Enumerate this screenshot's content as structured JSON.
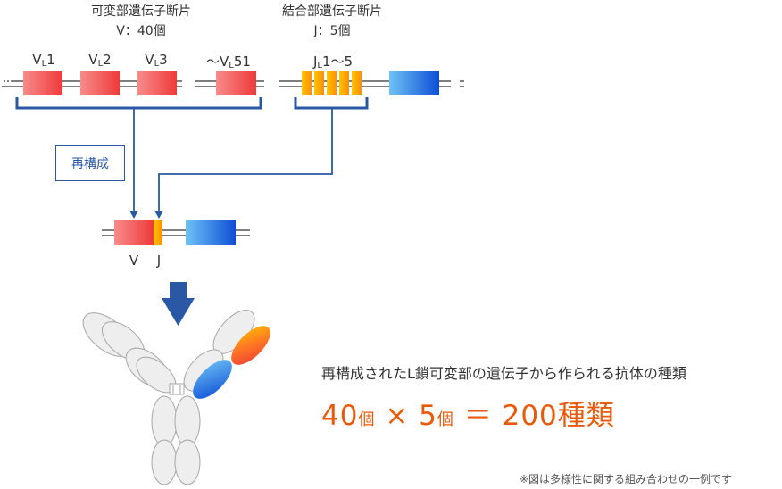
{
  "headers": {
    "variable_title": "可変部遺伝子断片",
    "variable_count": "V：40個",
    "joining_title": "結合部遺伝子断片",
    "joining_count": "J：5個"
  },
  "segments": {
    "v1": {
      "main": "V",
      "sub": "L",
      "num": "1"
    },
    "v2": {
      "main": "V",
      "sub": "L",
      "num": "2"
    },
    "v3": {
      "main": "V",
      "sub": "L",
      "num": "3"
    },
    "v51": {
      "pre": "〜V",
      "sub": "L",
      "num": "51"
    },
    "j": {
      "main": "J",
      "sub": "L",
      "num": "1〜5"
    }
  },
  "recombine_label": "再構成",
  "result_labels": {
    "v": "V",
    "j": "J"
  },
  "caption": "再構成されたL鎖可変部の遺伝子から作られる抗体の種類",
  "formula": {
    "a_num": "40",
    "a_unit": "個",
    "times": "×",
    "b_num": "5",
    "b_unit": "個",
    "equals": "＝",
    "result_num": "200",
    "result_unit": "種類"
  },
  "note": "※図は多様性に関する組み合わせの一例です",
  "colors": {
    "v_segment": "#ef3a3a",
    "j_segment": "#ff9e00",
    "constant_segment": "#0e4ed6",
    "bracket": "#2a58a4",
    "formula": "#e85a09"
  }
}
